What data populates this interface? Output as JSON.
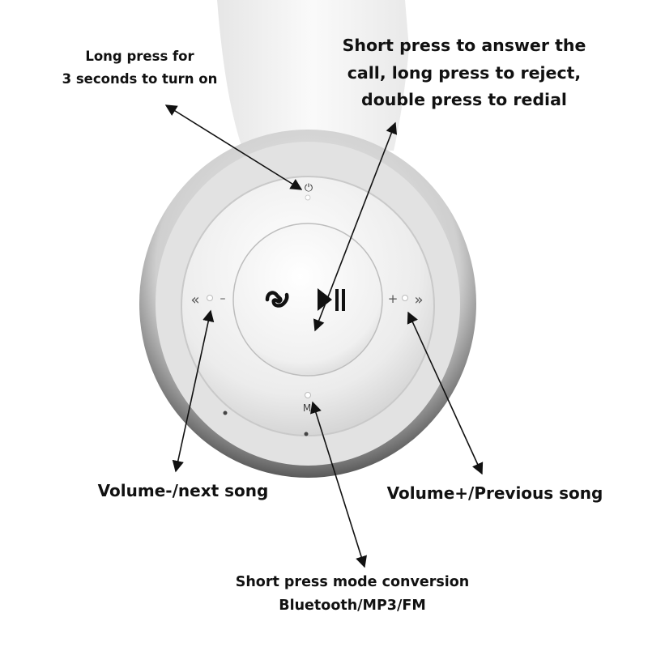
{
  "annotations": {
    "power": {
      "lines": [
        "Long press for",
        "3 seconds to turn on"
      ]
    },
    "answer": {
      "lines": [
        "Short press to answer the",
        "call, long press to reject,",
        "double press to redial"
      ]
    },
    "volume_minus": {
      "text": "Volume-/next song"
    },
    "volume_plus": {
      "text": "Volume+/Previous song"
    },
    "mode": {
      "lines": [
        "Short press mode conversion",
        "Bluetooth/MP3/FM"
      ]
    }
  },
  "button_glyphs": {
    "power": "⏻",
    "minus": "–",
    "plus": "+",
    "rewind": "«",
    "forward": "»",
    "mode": "M"
  },
  "icons": [
    "power-icon",
    "phone-handset-icon",
    "play-pause-icon",
    "rewind-icon",
    "fast-forward-icon"
  ]
}
